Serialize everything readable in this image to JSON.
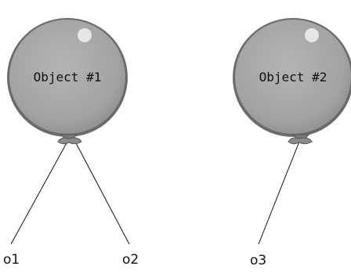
{
  "balloons": [
    {
      "label": "Object #1"
    },
    {
      "label": "Object #2"
    }
  ],
  "references": [
    {
      "name": "o1",
      "points_to": "Object #1"
    },
    {
      "name": "o2",
      "points_to": "Object #1"
    },
    {
      "name": "o3",
      "points_to": "Object #2"
    }
  ],
  "colors": {
    "balloon_fill": "#a6a6a6",
    "balloon_edge": "#6a6a6a",
    "highlight": "#e6e6e6",
    "string": "#111111"
  }
}
